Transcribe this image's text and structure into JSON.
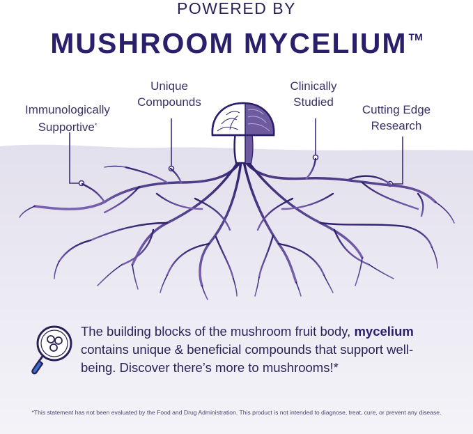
{
  "header": {
    "eyebrow": "POWERED BY",
    "title": "MUSHROOM MYCELIUM",
    "trademark": "TM"
  },
  "callouts": {
    "immuno": {
      "line1": "Immunologically",
      "line2": "Supportive",
      "mark": "*"
    },
    "compounds": {
      "line1": "Unique",
      "line2": "Compounds"
    },
    "clinical": {
      "line1": "Clinically",
      "line2": "Studied"
    },
    "research": {
      "line1": "Cutting Edge",
      "line2": "Research"
    }
  },
  "info": {
    "line1_prefix": "The building blocks of the mushroom fruit body, ",
    "line1_bold": "mycelium",
    "line2": "contains unique & beneficial compounds that support well-",
    "line3": "being. Discover there’s more to mushrooms!*"
  },
  "footer": {
    "disclaimer_mark": "*",
    "disclaimer": "This statement has not been evaluated by the Food and Drug Administration. This product is not intended to diagnose, treat, cure, or prevent any disease."
  },
  "icons": {
    "mushroom": "mushroom-icon",
    "magnifier": "magnifier-icon"
  },
  "colors": {
    "primary": "#2a1f6a",
    "root": "#3b2a78",
    "ground_top": "#e4e1ee",
    "ground_bottom": "#f3f2f7",
    "mushroom_fill": "#6e5a9e"
  }
}
